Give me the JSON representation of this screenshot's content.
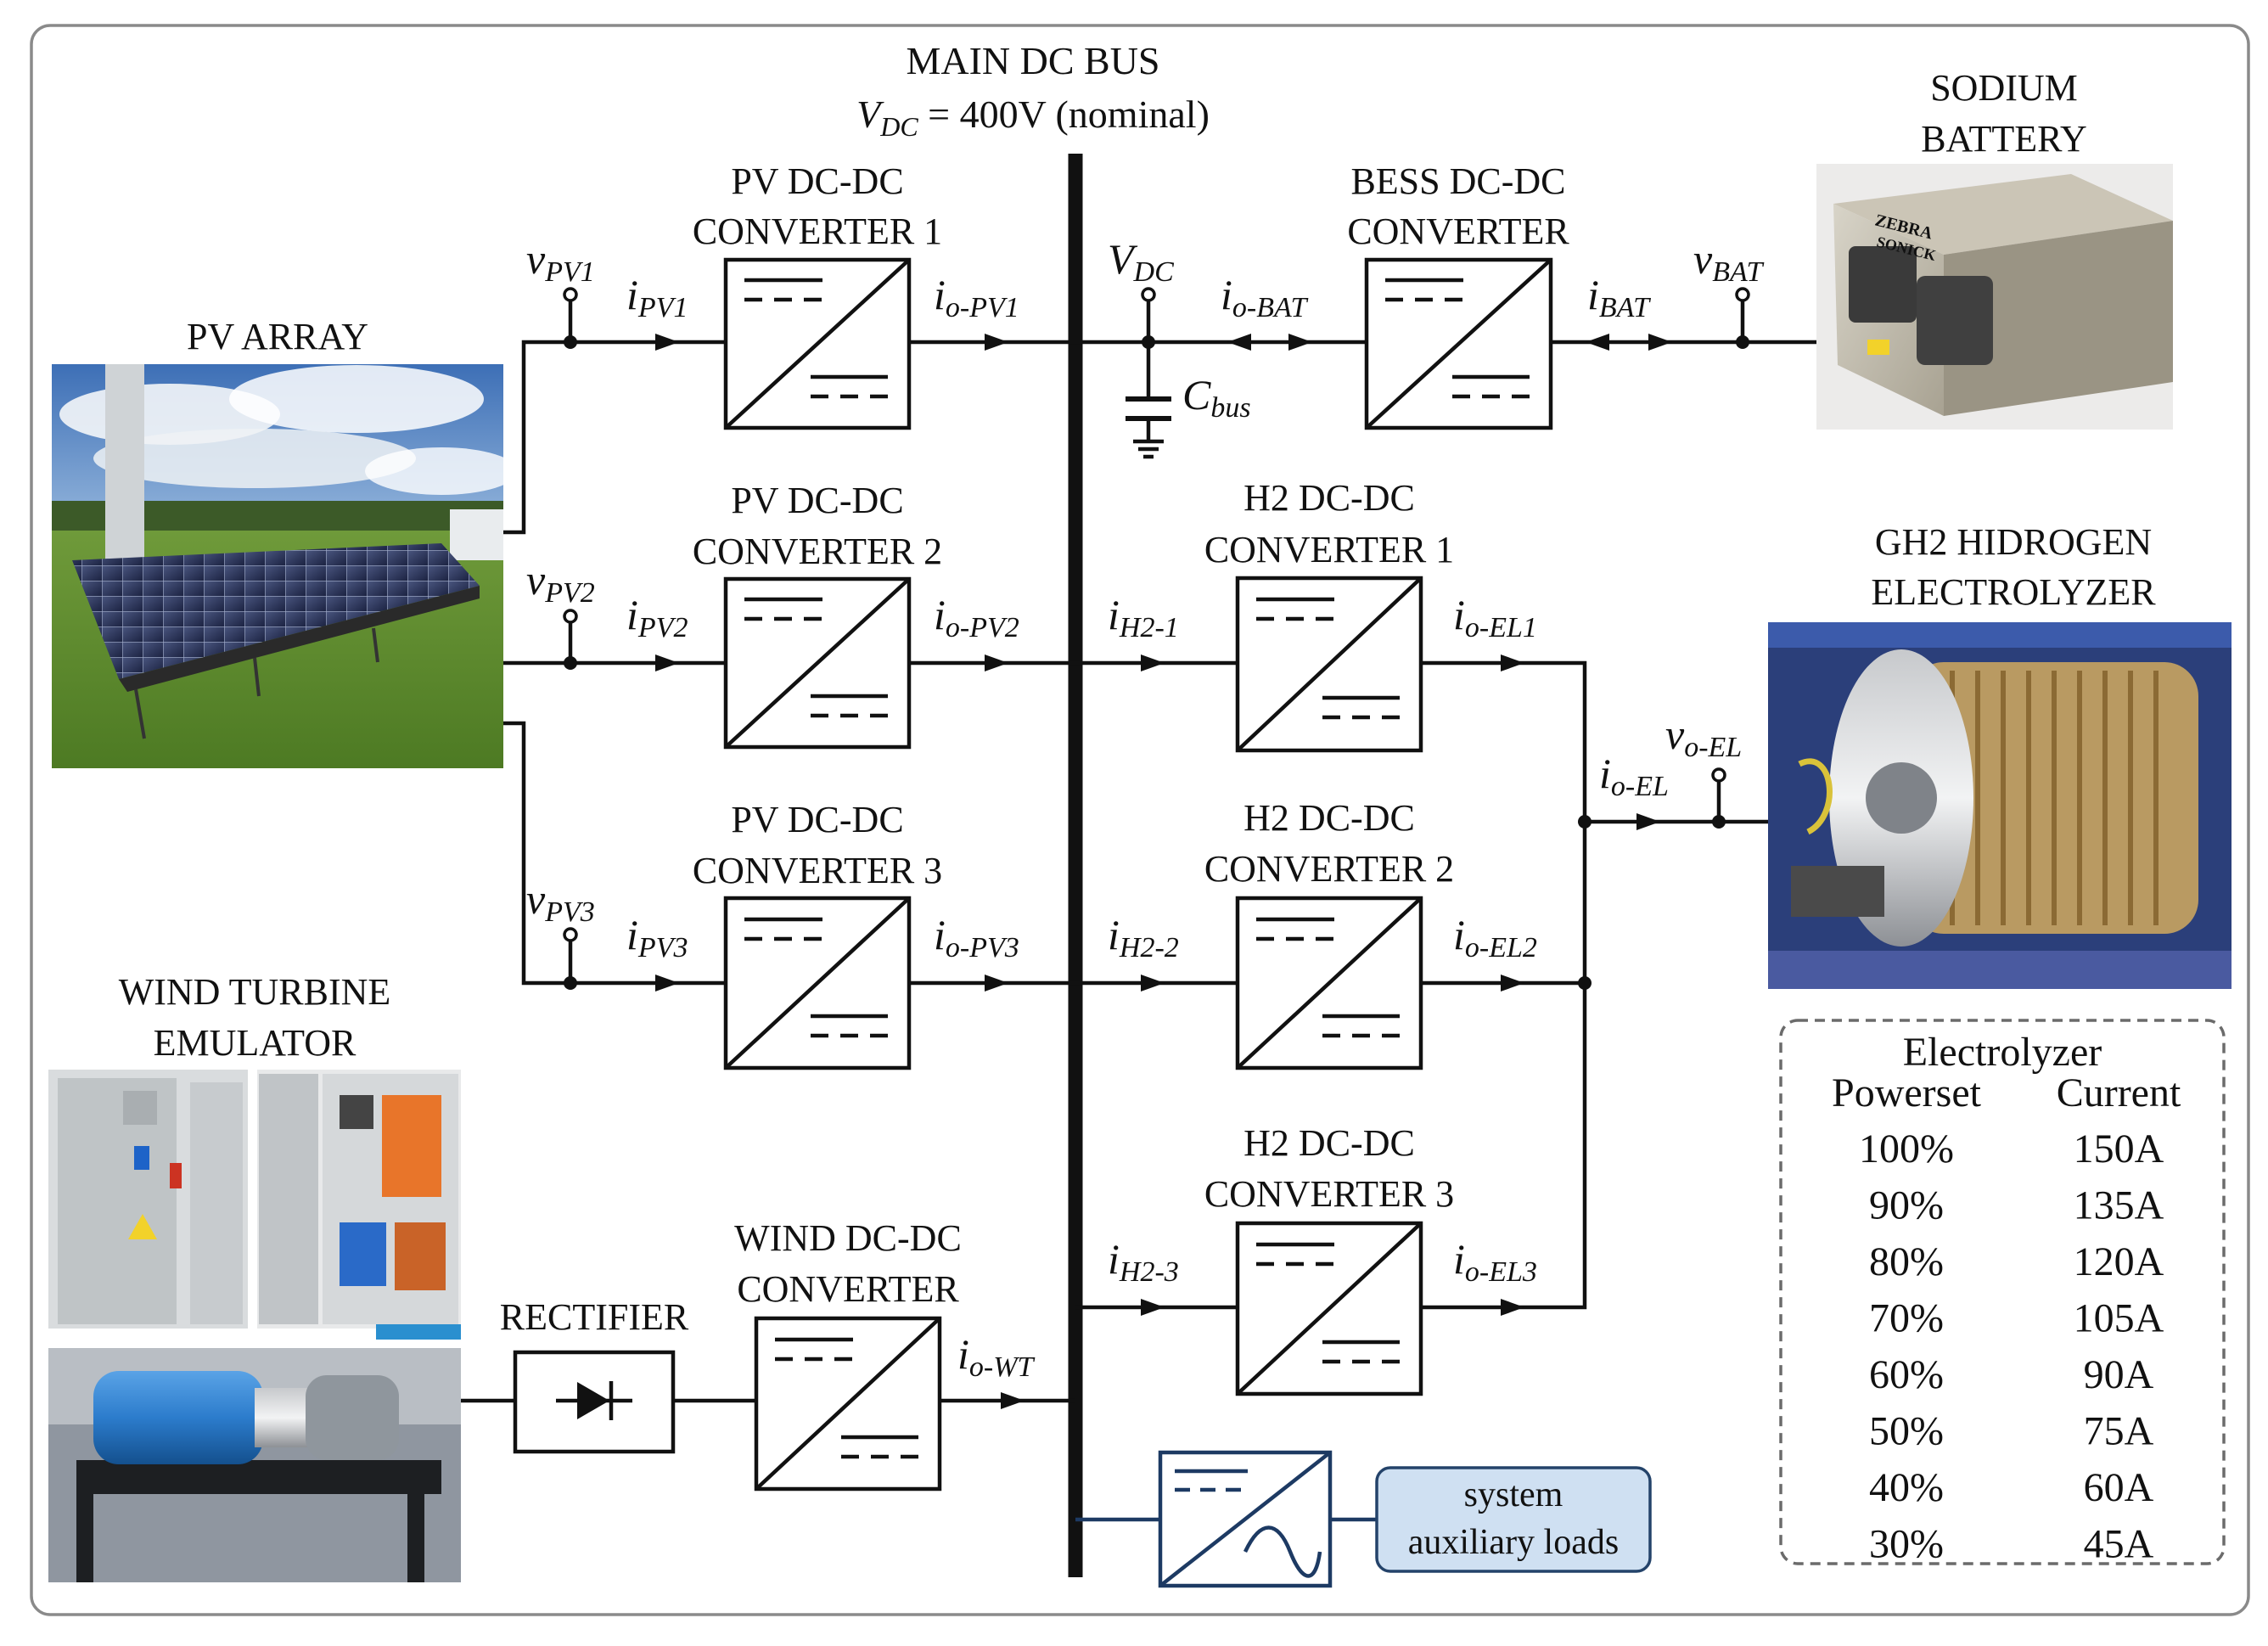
{
  "bus": {
    "title": "MAIN DC BUS",
    "voltage_symbol": "V",
    "voltage_sub": "DC",
    "voltage_value": " = 400V (nominal)"
  },
  "sources": {
    "pv_array": "PV ARRAY",
    "wind_line1": "WIND TURBINE",
    "wind_line2": "EMULATOR",
    "battery_line1": "SODIUM",
    "battery_line2": "BATTERY",
    "electrolyzer_line1": "GH2 HIDROGEN",
    "electrolyzer_line2": "ELECTROLYZER",
    "rectifier": "RECTIFIER",
    "battery_logo_1": "ZEBRA",
    "battery_logo_2": "SONICK"
  },
  "converters": {
    "pv1": [
      "PV DC-DC",
      "CONVERTER 1"
    ],
    "pv2": [
      "PV DC-DC",
      "CONVERTER 2"
    ],
    "pv3": [
      "PV DC-DC",
      "CONVERTER 3"
    ],
    "bess": [
      "BESS DC-DC",
      "CONVERTER"
    ],
    "h2_1": [
      "H2 DC-DC",
      "CONVERTER 1"
    ],
    "h2_2": [
      "H2 DC-DC",
      "CONVERTER 2"
    ],
    "h2_3": [
      "H2 DC-DC",
      "CONVERTER 3"
    ],
    "wind": [
      "WIND DC-DC",
      "CONVERTER"
    ]
  },
  "aux_loads": [
    "system",
    "auxiliary loads"
  ],
  "signals": {
    "v_pv1": [
      "v",
      "PV1"
    ],
    "i_pv1": [
      "i",
      "PV1"
    ],
    "io_pv1": [
      "i",
      "o-PV1"
    ],
    "v_pv2": [
      "v",
      "PV2"
    ],
    "i_pv2": [
      "i",
      "PV2"
    ],
    "io_pv2": [
      "i",
      "o-PV2"
    ],
    "v_pv3": [
      "v",
      "PV3"
    ],
    "i_pv3": [
      "i",
      "PV3"
    ],
    "io_pv3": [
      "i",
      "o-PV3"
    ],
    "v_dc": [
      "V",
      "DC"
    ],
    "io_bat": [
      "i",
      "o-BAT"
    ],
    "i_bat": [
      "i",
      "BAT"
    ],
    "v_bat": [
      "v",
      "BAT"
    ],
    "c_bus": [
      "C",
      "bus"
    ],
    "i_h2_1": [
      "i",
      "H2-1"
    ],
    "io_el1": [
      "i",
      "o-EL1"
    ],
    "i_h2_2": [
      "i",
      "H2-2"
    ],
    "io_el2": [
      "i",
      "o-EL2"
    ],
    "i_h2_3": [
      "i",
      "H2-3"
    ],
    "io_el3": [
      "i",
      "o-EL3"
    ],
    "io_el": [
      "i",
      "o-EL"
    ],
    "vo_el": [
      "v",
      "o-EL"
    ],
    "io_wt": [
      "i",
      "o-WT"
    ]
  },
  "electrolyzer_table": {
    "title": "Electrolyzer",
    "headers": [
      "Powerset",
      "Current"
    ],
    "rows": [
      [
        "100%",
        "150A"
      ],
      [
        "90%",
        "135A"
      ],
      [
        "80%",
        "120A"
      ],
      [
        "70%",
        "105A"
      ],
      [
        "60%",
        "90A"
      ],
      [
        "50%",
        "75A"
      ],
      [
        "40%",
        "60A"
      ],
      [
        "30%",
        "45A"
      ]
    ]
  },
  "colors": {
    "line": "#111111",
    "aux_box_fill": "#cfe0f2",
    "aux_box_stroke": "#24436a",
    "aux_converter_stroke": "#1d3a63",
    "frame": "#8a8a8a"
  }
}
